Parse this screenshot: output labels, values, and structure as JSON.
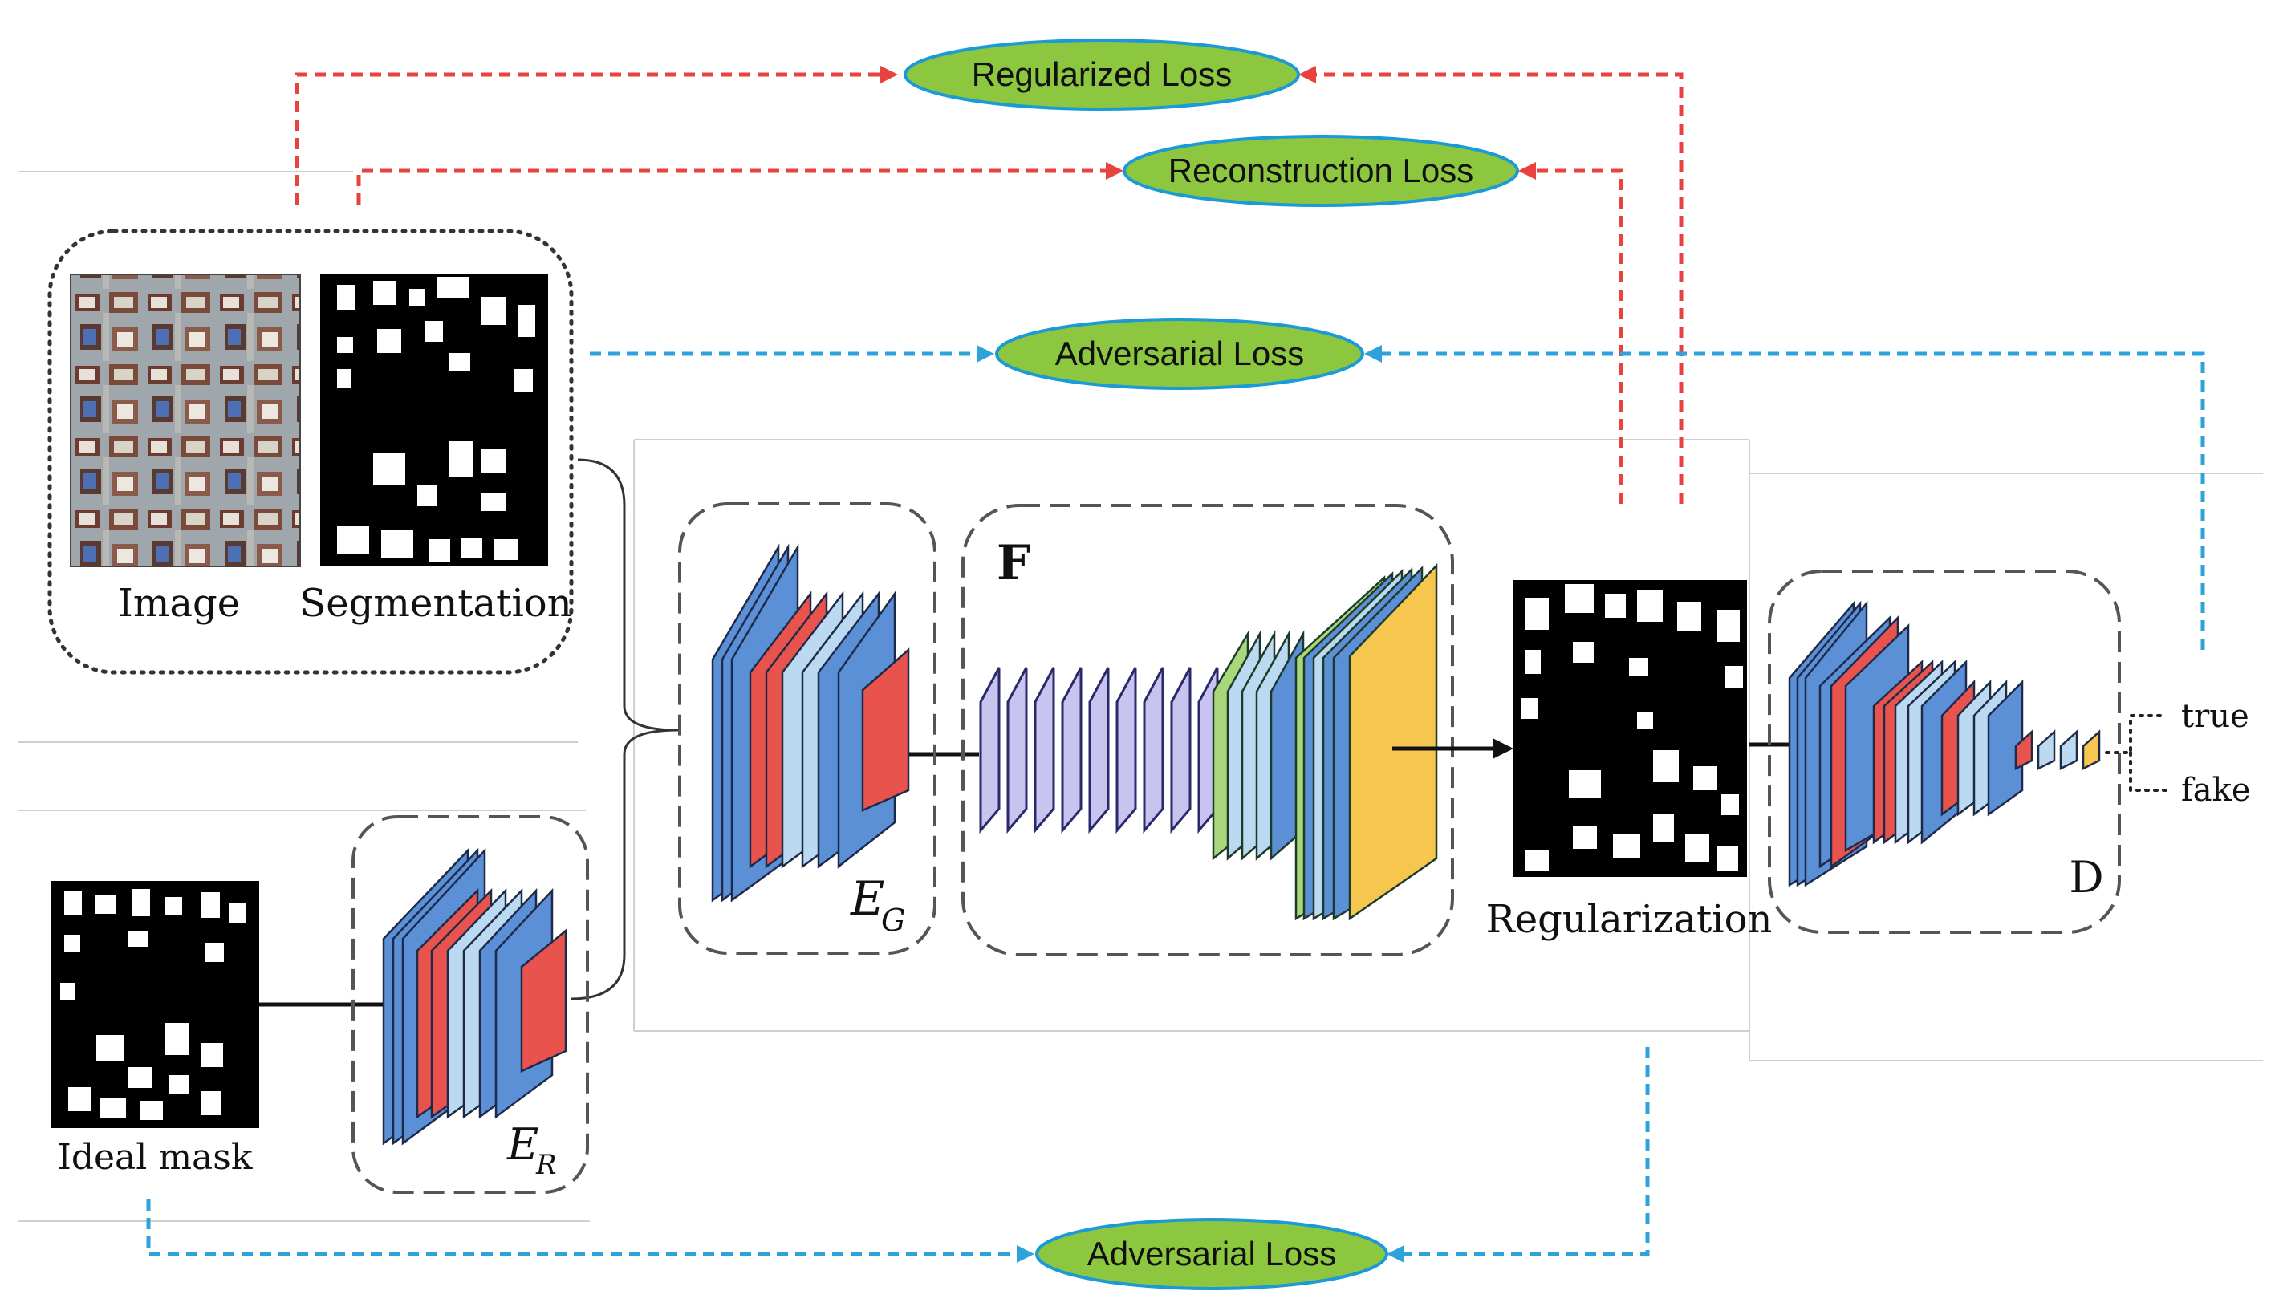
{
  "losses": {
    "regularized": "Regularized Loss",
    "reconstruction": "Reconstruction Loss",
    "adversarial_top": "Adversarial Loss",
    "adversarial_bottom": "Adversarial Loss"
  },
  "inputs": {
    "image_label": "Image",
    "segmentation_label": "Segmentation",
    "ideal_mask_label": "Ideal mask"
  },
  "modules": {
    "eg_main": "E",
    "eg_sub": "G",
    "er_main": "E",
    "er_sub": "R",
    "f_label": "F",
    "d_label": "D",
    "regularization_label": "Regularization"
  },
  "outputs": {
    "true_label": "true",
    "fake_label": "fake"
  },
  "colors": {
    "loss_fill": "#8dc63f",
    "loss_stroke": "#1a9ad6",
    "red_arrow": "#e8423f",
    "blue_arrow": "#2fa3d9",
    "conv_blue": "#5b8fd6",
    "conv_light": "#bcd9f2",
    "conv_red": "#e8544d",
    "conv_purple": "#c9c3f0",
    "conv_green": "#a8d87a",
    "conv_yellow": "#f6c64e"
  }
}
